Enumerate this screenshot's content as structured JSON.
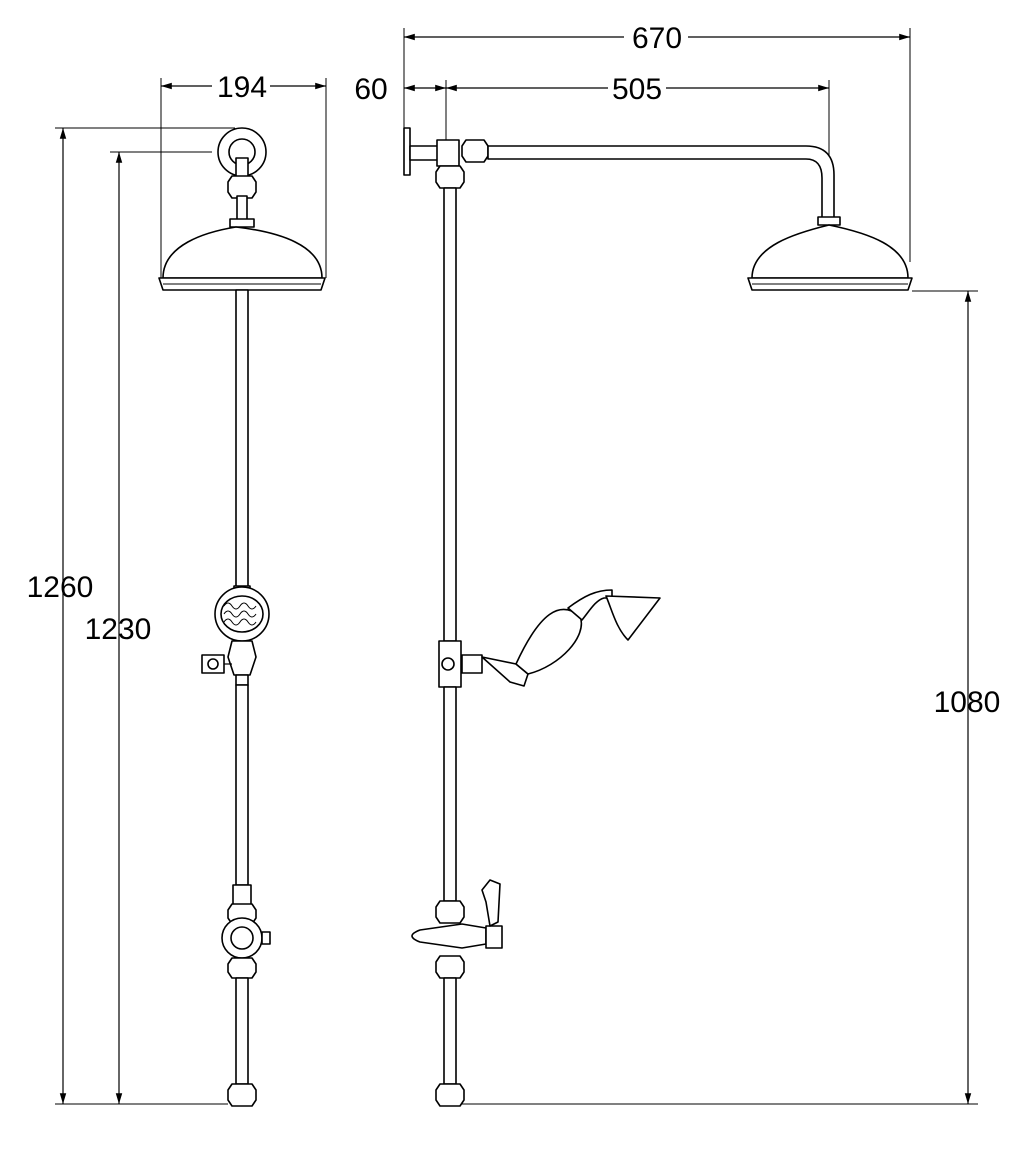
{
  "dimensions": {
    "overall_height": "1260",
    "head_height": "1230",
    "head_diameter": "194",
    "wall_offset": "60",
    "arm_projection": "505",
    "total_projection": "670",
    "head_clearance": "1080"
  },
  "colors": {
    "line": "#000000",
    "background": "#ffffff"
  }
}
